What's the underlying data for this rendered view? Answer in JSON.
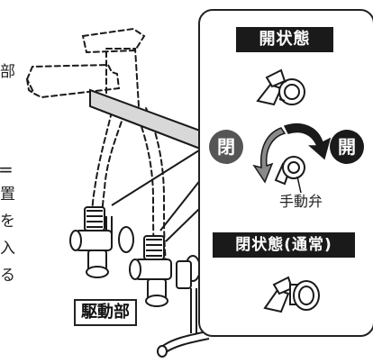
{
  "labels": {
    "open_state": "開状態",
    "closed_state_normal": "閉状態(通常)",
    "close_badge": "閉",
    "open_badge": "開",
    "manual_valve": "手動弁",
    "drive_unit": "駆動部"
  },
  "edge_fragments": {
    "top_left": "部",
    "mid_left": "置",
    "mid_left_2": "を",
    "mid_left_3": "入",
    "mid_left_4": "る",
    "dash": "="
  },
  "colors": {
    "ink": "#1a1a1a",
    "badge_gray": "#555555",
    "dark_label_bg": "#1a1a1a"
  }
}
